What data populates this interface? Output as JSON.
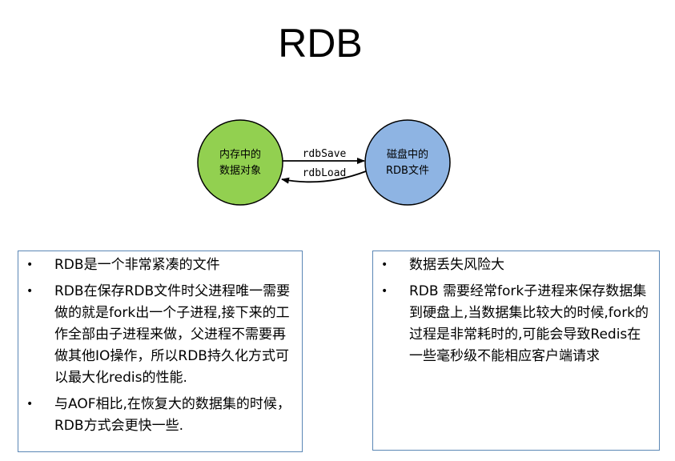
{
  "title": "RDB",
  "diagram": {
    "node_left": {
      "line1": "内存中的",
      "line2": "数据对象",
      "fill": "#92d050"
    },
    "node_right": {
      "line1": "磁盘中的",
      "line2": "RDB文件",
      "fill": "#8eb4e3"
    },
    "edge_save": "rdbSave",
    "edge_load": "rdbLoad"
  },
  "left_box": {
    "items": [
      "RDB是一个非常紧凑的文件",
      "RDB在保存RDB文件时父进程唯一需要做的就是fork出一个子进程,接下来的工作全部由子进程来做，父进程不需要再做其他IO操作，所以RDB持久化方式可以最大化redis的性能.",
      "与AOF相比,在恢复大的数据集的时候，RDB方式会更快一些."
    ]
  },
  "right_box": {
    "items": [
      "数据丢失风险大",
      "RDB 需要经常fork子进程来保存数据集到硬盘上,当数据集比较大的时候,fork的过程是非常耗时的,可能会导致Redis在一些毫秒级不能相应客户端请求"
    ]
  },
  "colors": {
    "box_border": "#5b87b5",
    "stroke": "#000000"
  }
}
